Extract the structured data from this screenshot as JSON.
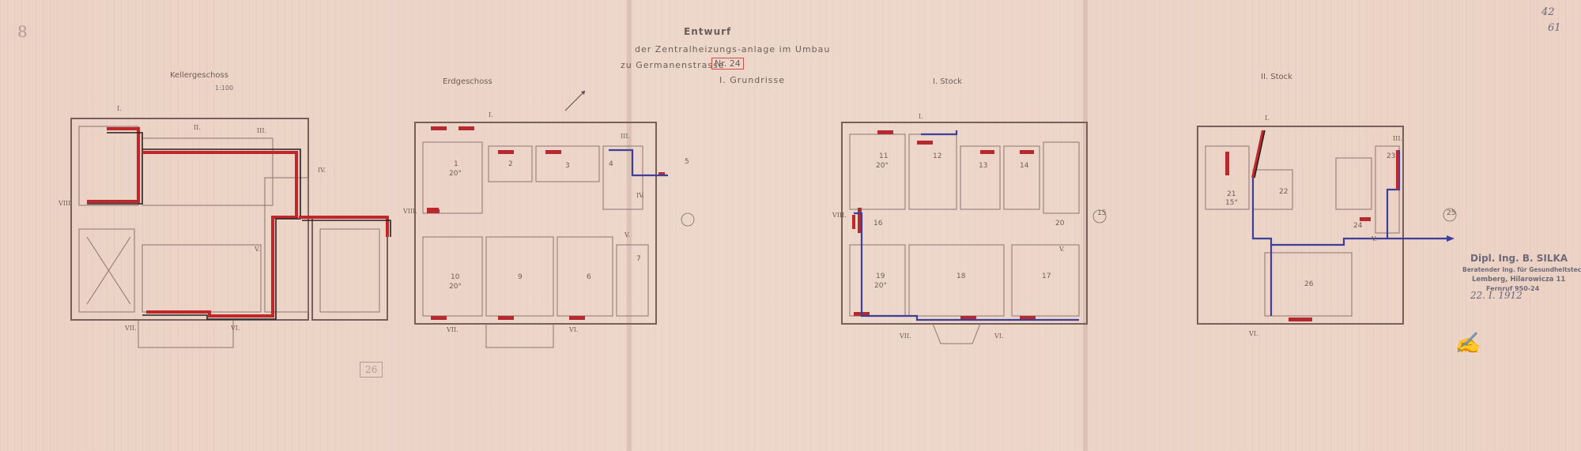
{
  "header": {
    "line1": "Entwurf",
    "line2": "der Zentralheizungs-anlage im Umbau",
    "line3": "zu Germanenstrasse",
    "number": "Nr. 24",
    "subtitle": "I. Grundrisse"
  },
  "floors": {
    "basement": "Kellergeschoss",
    "scale": "1:100",
    "ground": "Erdgeschoss",
    "first": "I. Stock",
    "second": "II. Stock"
  },
  "stamp": {
    "name": "Dipl. Ing. B. SILKA",
    "line1": "Beratender Ing. für Gesundheitstechnik",
    "line2": "Lemberg, Hilarowicza 11",
    "line3": "Fernruf 950-24",
    "date": "22. I. 1912"
  },
  "corner": {
    "top": "42",
    "bottom": "61"
  },
  "marks": {
    "pencil_left": "8",
    "pencil_box": "26"
  },
  "rooms": {
    "g1": "1",
    "g2": "2",
    "g3": "3",
    "g4": "4",
    "g5": "5",
    "g6": "6",
    "g7": "7",
    "g9": "9",
    "g10": "10",
    "f11": "11",
    "f12": "12",
    "f13": "13",
    "f14": "14",
    "f15": "15",
    "f16": "16",
    "f17": "17",
    "f18": "18",
    "f19": "19",
    "f20": "20",
    "s21": "21",
    "s22": "22",
    "s23": "23",
    "s24": "24",
    "s25": "25",
    "s26": "26"
  },
  "temps": {
    "t20": "20°",
    "t15": "15°"
  },
  "roman": {
    "i": "I.",
    "ii": "II.",
    "iii": "III.",
    "iv": "IV.",
    "v": "V.",
    "vi": "VI.",
    "vii": "VII.",
    "viii": "VIII."
  },
  "colors": {
    "paper": "#ebd2c4",
    "pipe_red": "#c0262a",
    "pipe_blue": "#3d3f9a"
  }
}
